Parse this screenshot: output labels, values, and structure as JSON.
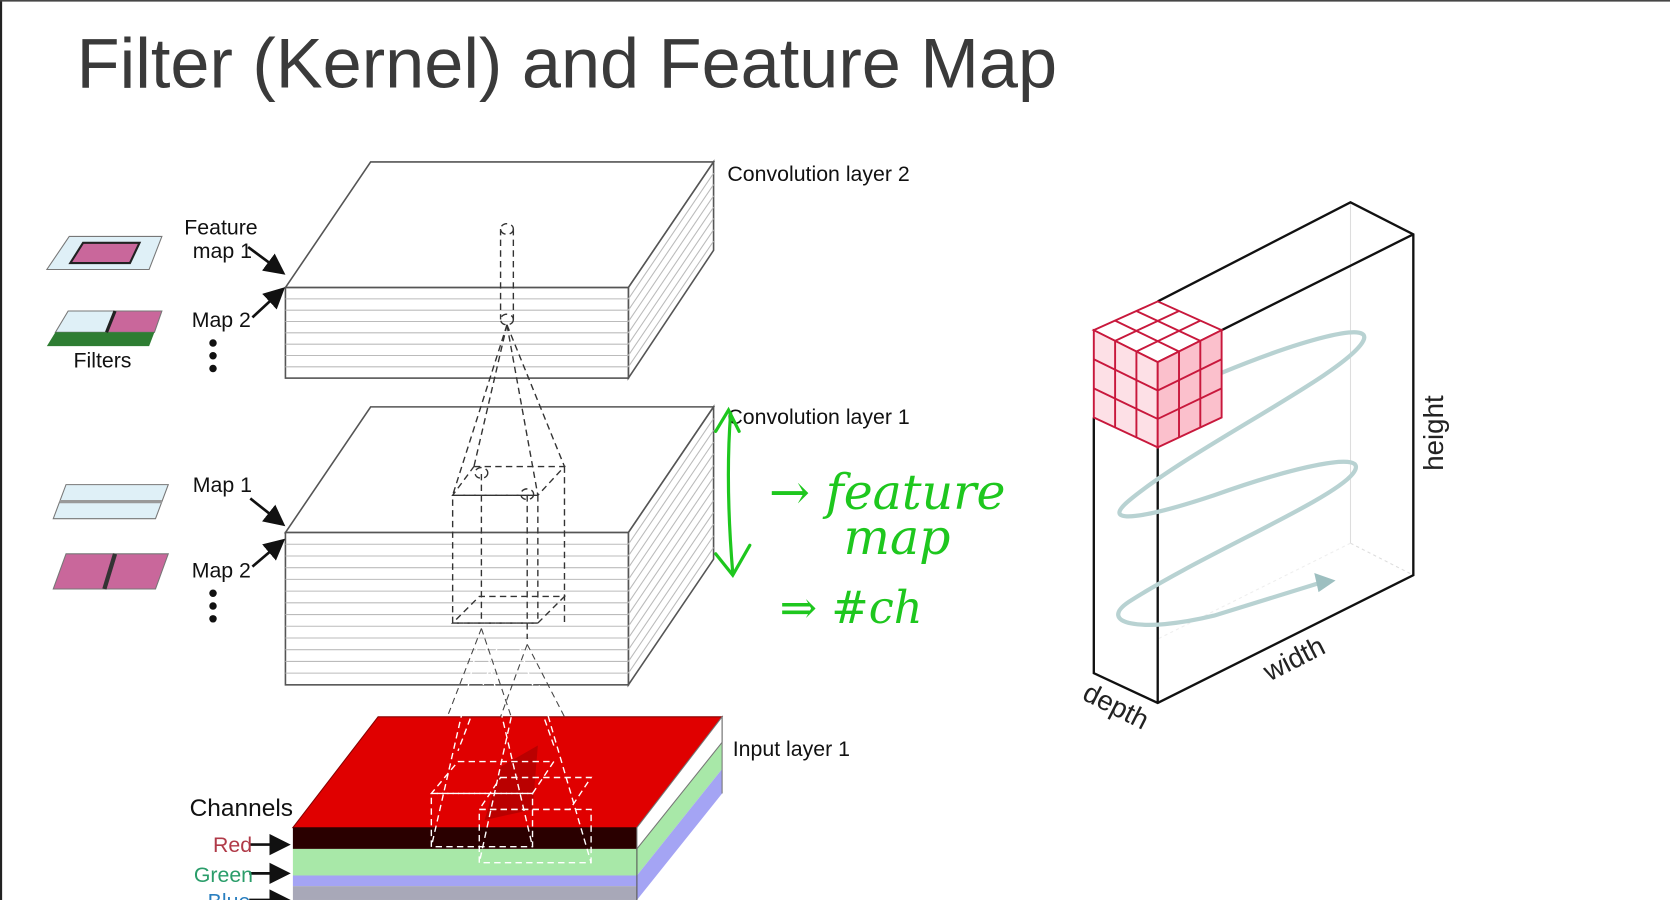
{
  "title": "Filter (Kernel) and Feature Map",
  "left_diagram": {
    "conv2_label": "Convolution layer 2",
    "conv1_label": "Convolution layer 1",
    "input_label": "Input layer 1",
    "feature_map1_line1": "Feature",
    "feature_map1_line2": "map 1",
    "map2_upper": "Map 2",
    "filters_label": "Filters",
    "map1_lower": "Map 1",
    "map2_lower": "Map 2",
    "channels_label": "Channels",
    "channel_red": "Red",
    "channel_green": "Green",
    "channel_blue": "Blue"
  },
  "annotations": {
    "line1": "→ feature",
    "line2": "map",
    "line3": "⇒ #ch"
  },
  "right_diagram": {
    "height_label": "height",
    "width_label": "width",
    "depth_label": "depth"
  },
  "colors": {
    "red_channel": "#e00000",
    "green_channel": "#a8e8a8",
    "blue_channel": "#a4a4f4",
    "kernel": "#d6204a",
    "annotation": "#1ec71e",
    "spiral": "#b8d2d2"
  }
}
